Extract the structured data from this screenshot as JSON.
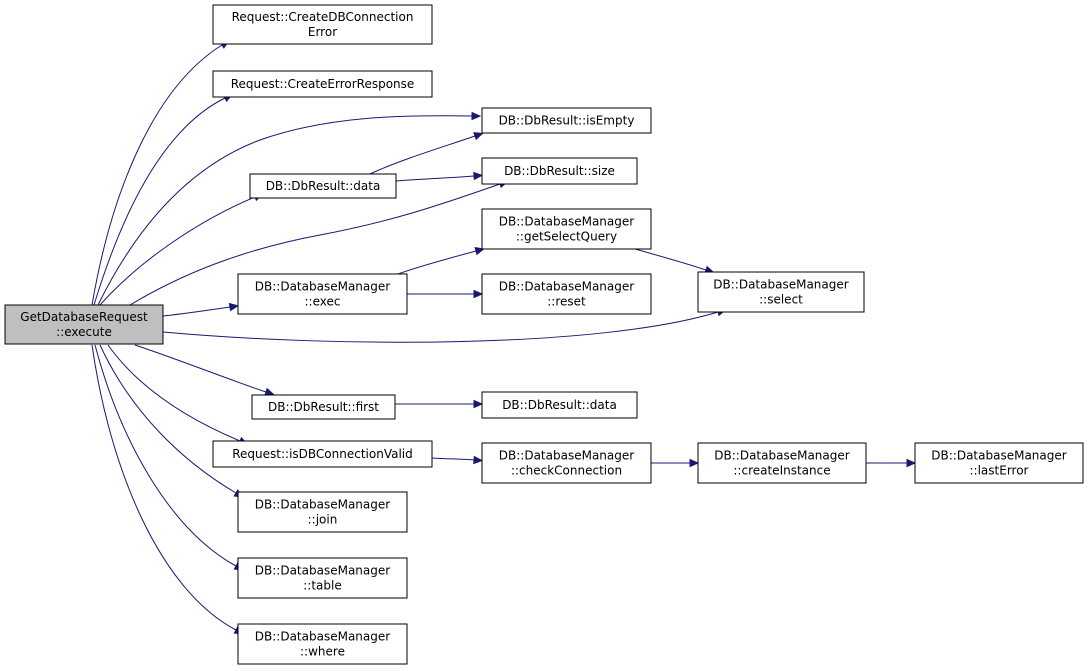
{
  "colors": {
    "edge": "#191970",
    "root_fill": "#bfbfbf",
    "node_fill": "#ffffff",
    "border": "#000000"
  },
  "nodes": [
    {
      "id": "root",
      "lines": [
        "GetDatabaseRequest",
        "::execute"
      ]
    },
    {
      "id": "req-createdbconnerr",
      "lines": [
        "Request::CreateDBConnection",
        "Error"
      ]
    },
    {
      "id": "req-createerrresp",
      "lines": [
        "Request::CreateErrorResponse"
      ]
    },
    {
      "id": "dbresult-isempty",
      "lines": [
        "DB::DbResult::isEmpty"
      ]
    },
    {
      "id": "dbresult-data-1",
      "lines": [
        "DB::DbResult::data"
      ]
    },
    {
      "id": "dbresult-size",
      "lines": [
        "DB::DbResult::size"
      ]
    },
    {
      "id": "dbm-getselectquery",
      "lines": [
        "DB::DatabaseManager",
        "::getSelectQuery"
      ]
    },
    {
      "id": "dbm-exec",
      "lines": [
        "DB::DatabaseManager",
        "::exec"
      ]
    },
    {
      "id": "dbm-reset",
      "lines": [
        "DB::DatabaseManager",
        "::reset"
      ]
    },
    {
      "id": "dbm-select",
      "lines": [
        "DB::DatabaseManager",
        "::select"
      ]
    },
    {
      "id": "dbresult-first",
      "lines": [
        "DB::DbResult::first"
      ]
    },
    {
      "id": "dbresult-data-2",
      "lines": [
        "DB::DbResult::data"
      ]
    },
    {
      "id": "req-isdbconnvalid",
      "lines": [
        "Request::isDBConnectionValid"
      ]
    },
    {
      "id": "dbm-checkconnection",
      "lines": [
        "DB::DatabaseManager",
        "::checkConnection"
      ]
    },
    {
      "id": "dbm-createinstance",
      "lines": [
        "DB::DatabaseManager",
        "::createInstance"
      ]
    },
    {
      "id": "dbm-lasterror",
      "lines": [
        "DB::DatabaseManager",
        "::lastError"
      ]
    },
    {
      "id": "dbm-join",
      "lines": [
        "DB::DatabaseManager",
        "::join"
      ]
    },
    {
      "id": "dbm-table",
      "lines": [
        "DB::DatabaseManager",
        "::table"
      ]
    },
    {
      "id": "dbm-where",
      "lines": [
        "DB::DatabaseManager",
        "::where"
      ]
    }
  ],
  "edges": [
    {
      "from": "root",
      "to": "req-createdbconnerr"
    },
    {
      "from": "root",
      "to": "req-createerrresp"
    },
    {
      "from": "root",
      "to": "dbresult-isempty"
    },
    {
      "from": "root",
      "to": "dbresult-data-1"
    },
    {
      "from": "root",
      "to": "dbresult-size"
    },
    {
      "from": "root",
      "to": "dbm-exec"
    },
    {
      "from": "root",
      "to": "dbm-select"
    },
    {
      "from": "root",
      "to": "dbresult-first"
    },
    {
      "from": "root",
      "to": "req-isdbconnvalid"
    },
    {
      "from": "root",
      "to": "dbm-join"
    },
    {
      "from": "root",
      "to": "dbm-table"
    },
    {
      "from": "root",
      "to": "dbm-where"
    },
    {
      "from": "dbresult-data-1",
      "to": "dbresult-isempty"
    },
    {
      "from": "dbresult-data-1",
      "to": "dbresult-size"
    },
    {
      "from": "dbm-exec",
      "to": "dbm-getselectquery"
    },
    {
      "from": "dbm-exec",
      "to": "dbm-reset"
    },
    {
      "from": "dbm-getselectquery",
      "to": "dbm-select"
    },
    {
      "from": "dbresult-first",
      "to": "dbresult-data-2"
    },
    {
      "from": "req-isdbconnvalid",
      "to": "dbm-checkconnection"
    },
    {
      "from": "dbm-checkconnection",
      "to": "dbm-createinstance"
    },
    {
      "from": "dbm-createinstance",
      "to": "dbm-lasterror"
    }
  ]
}
